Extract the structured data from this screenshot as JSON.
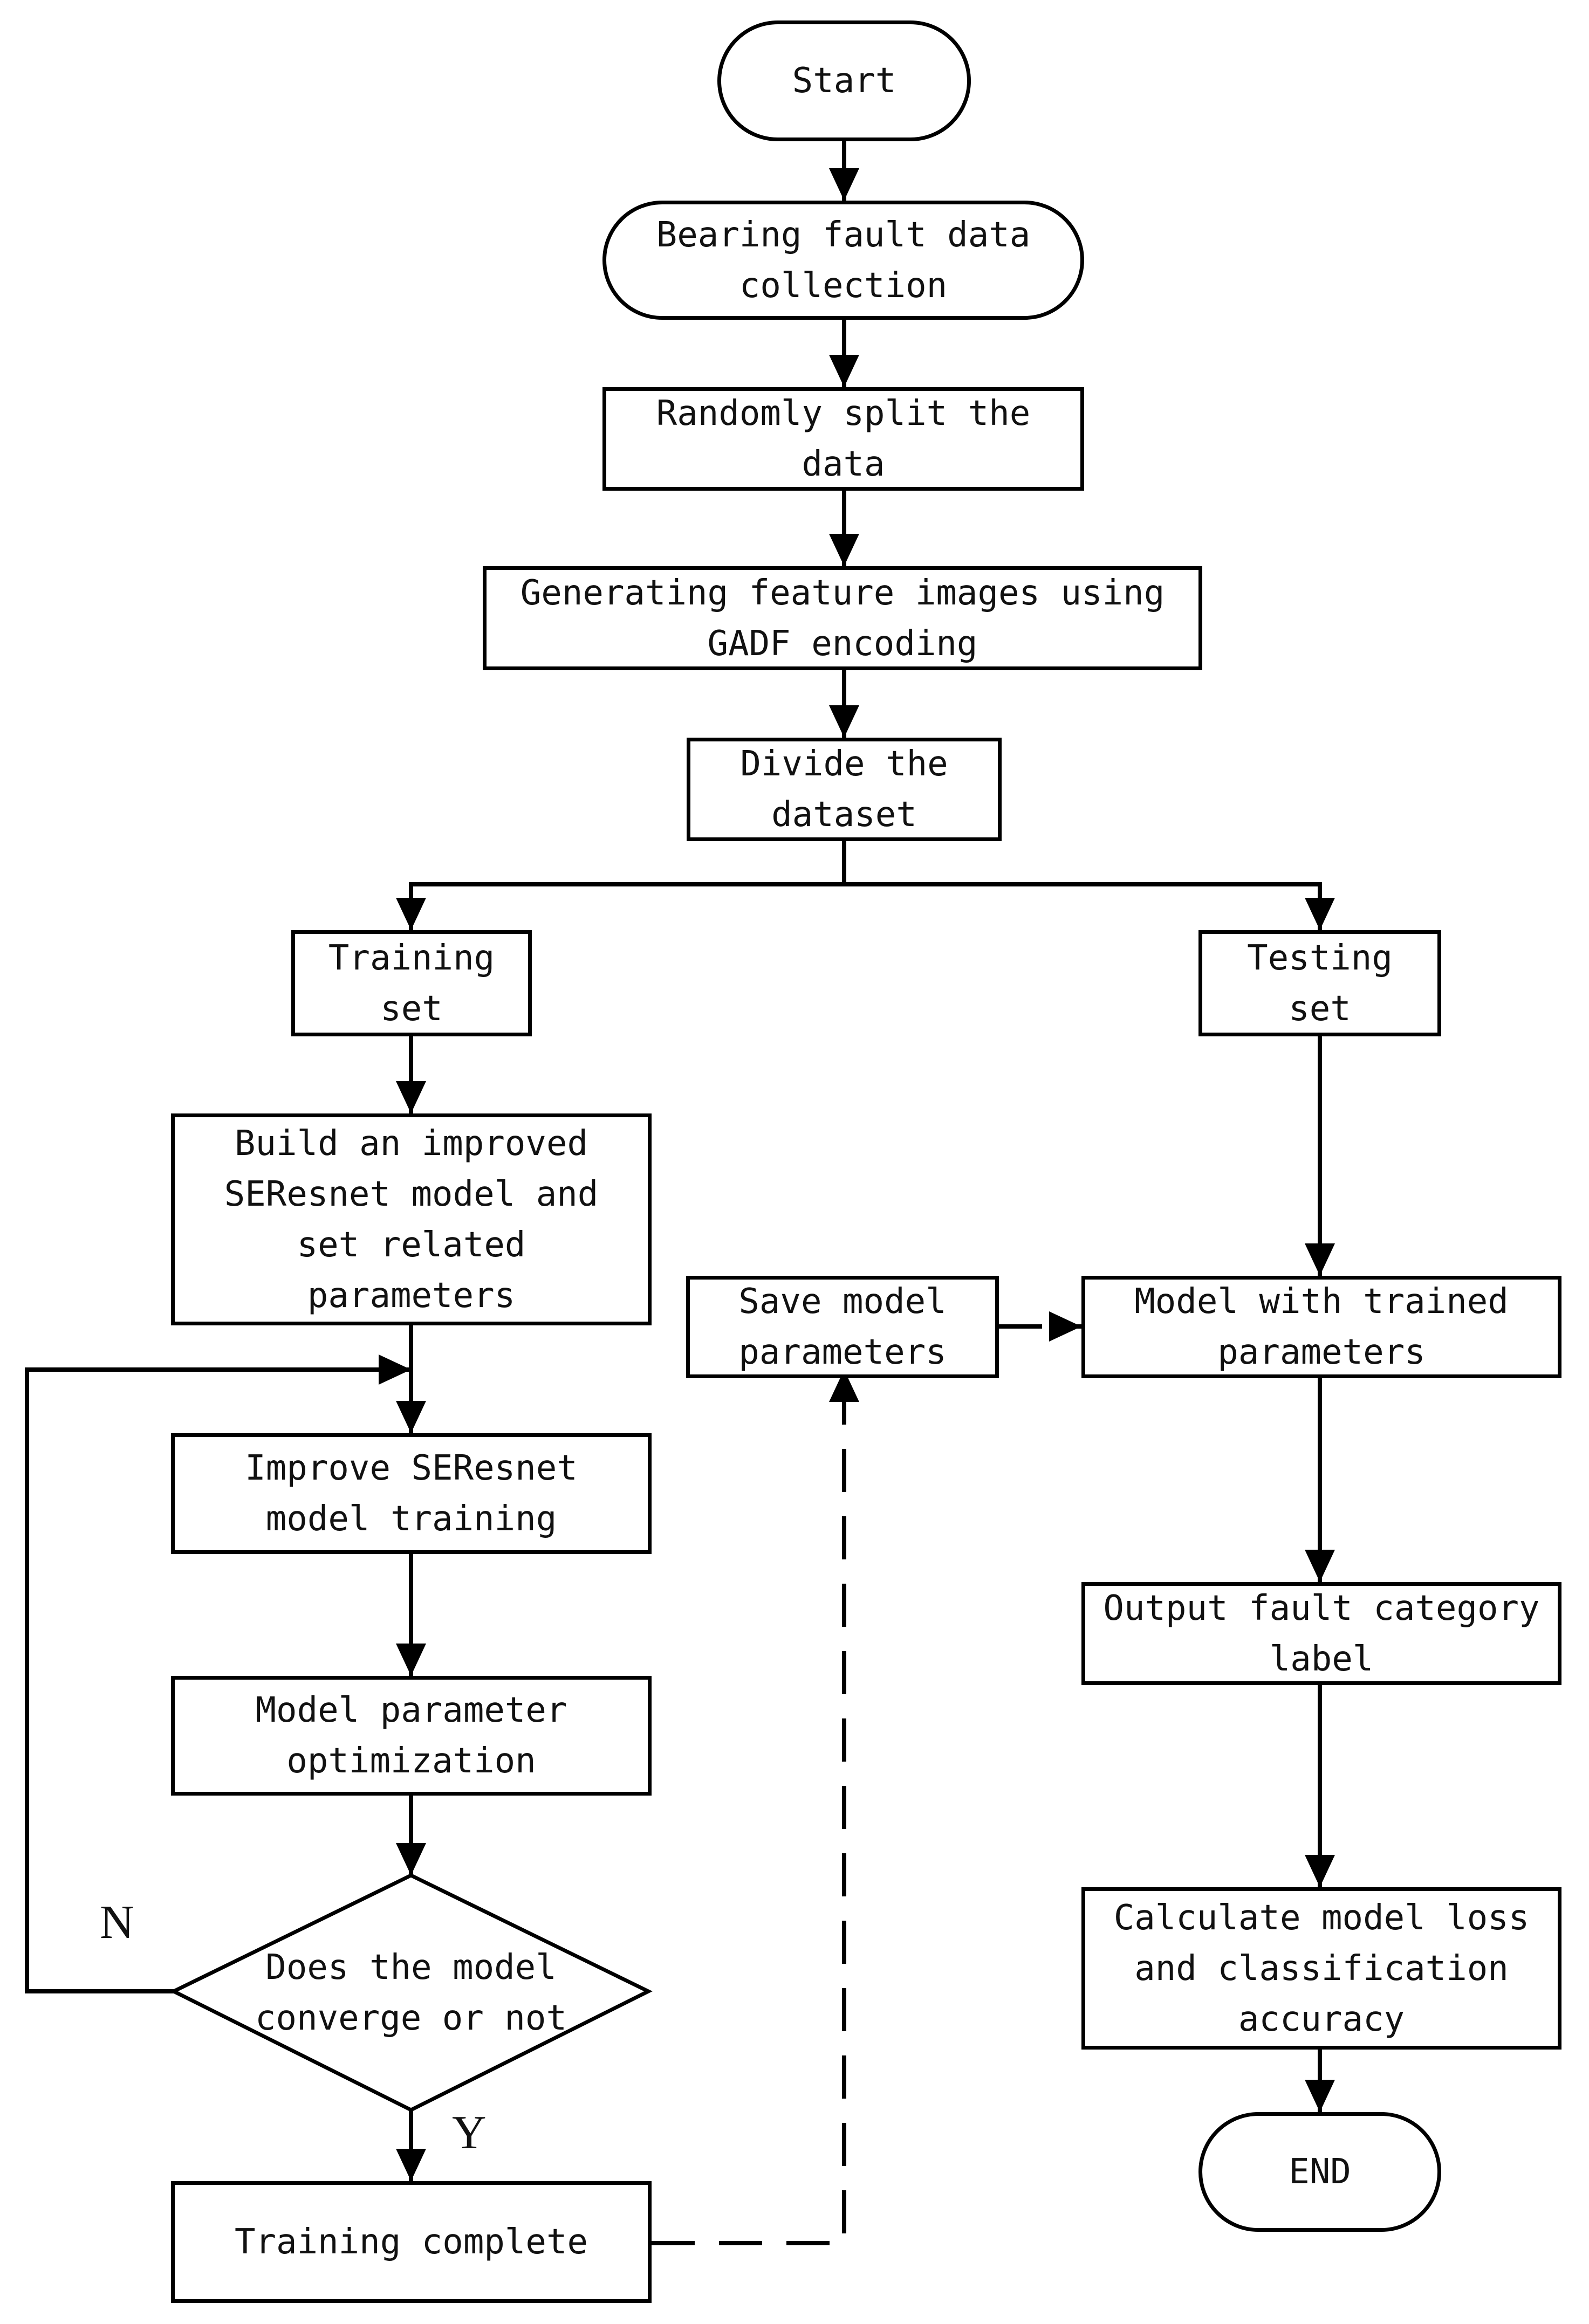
{
  "nodes": {
    "start": "Start",
    "collect": "Bearing fault data\ncollection",
    "split": "Randomly split the\ndata",
    "gadf": "Generating feature images using\nGADF encoding",
    "divide": "Divide the\ndataset",
    "train_set": "Training\nset",
    "test_set": "Testing\nset",
    "build": "Build an improved\nSEResnet model and\nset related\nparameters",
    "improve": "Improve SEResnet\nmodel training",
    "optimize": "Model parameter\noptimization",
    "converge": "Does the model\nconverge or not",
    "complete": "Training complete",
    "save": "Save model\nparameters",
    "trained": "Model with trained\nparameters",
    "output": "Output fault category\nlabel",
    "calc": "Calculate model loss\nand classification\naccuracy",
    "end": "END"
  },
  "branch_labels": {
    "no": "N",
    "yes": "Y"
  }
}
